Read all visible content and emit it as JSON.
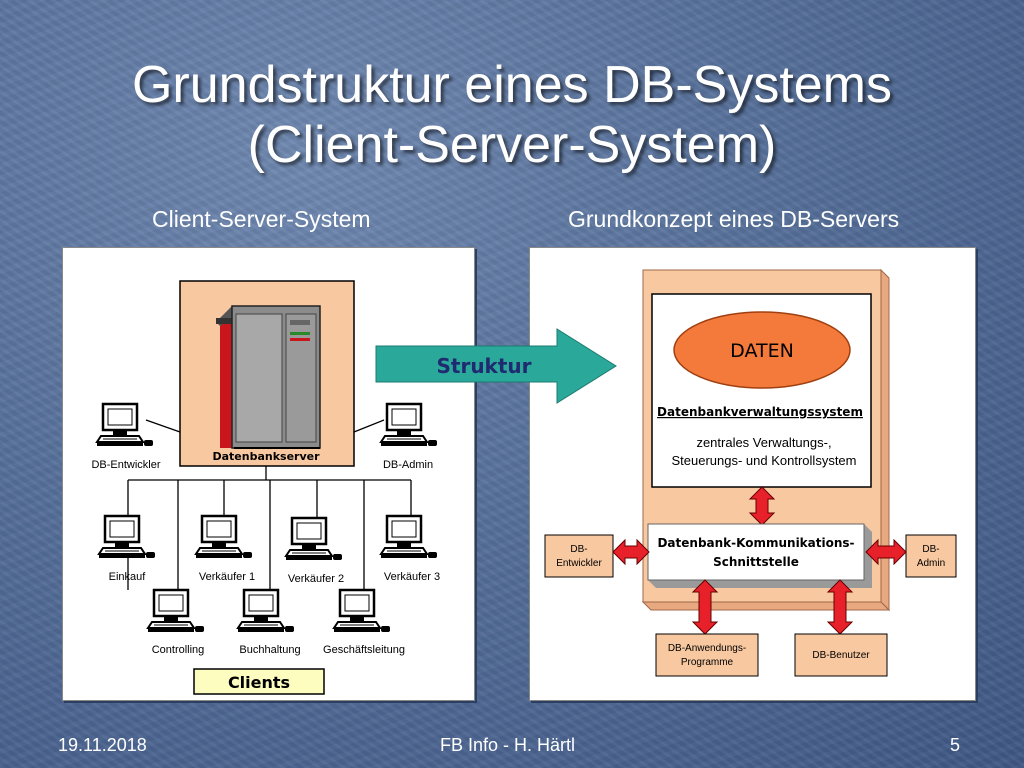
{
  "title_line1": "Grundstruktur eines DB-Systems",
  "title_line2": "(Client-Server-System)",
  "subtitle_left": "Client-Server-System",
  "subtitle_right": "Grundkonzept eines DB-Servers",
  "left_diagram": {
    "server_label": "Datenbankserver",
    "clients_label": "Clients",
    "nodes": {
      "db_entwickler": "DB-Entwickler",
      "db_admin": "DB-Admin",
      "einkauf": "Einkauf",
      "verkaeufer1": "Verkäufer 1",
      "verkaeufer2": "Verkäufer 2",
      "verkaeufer3": "Verkäufer 3",
      "controlling": "Controlling",
      "buchhaltung": "Buchhaltung",
      "geschaeftsleitung": "Geschäftsleitung"
    }
  },
  "arrow_label": "Struktur",
  "right_diagram": {
    "daten": "DATEN",
    "dbms_title": "Datenbankverwaltungssystem",
    "dbms_desc_line1": "zentrales Verwaltungs-,",
    "dbms_desc_line2": "Steuerungs- und Kontrollsystem",
    "interface_line1": "Datenbank-Kommunikations-",
    "interface_line2": "Schnittstelle",
    "db_entwickler_line1": "DB-",
    "db_entwickler_line2": "Entwickler",
    "db_admin_line1": "DB-",
    "db_admin_line2": "Admin",
    "anwendungs_line1": "DB-Anwendungs-",
    "anwendungs_line2": "Programme",
    "benutzer": "DB-Benutzer"
  },
  "colors": {
    "background": "#56709a",
    "peach": "#f8c8a0",
    "daten_fill": "#f47a3c",
    "arrow_fill": "#2aa89a",
    "arrow_red": "#e8202a",
    "clients_fill": "#fdfdc0"
  },
  "footer": {
    "date": "19.11.2018",
    "center": "FB Info - H. Härtl",
    "page": "5"
  }
}
